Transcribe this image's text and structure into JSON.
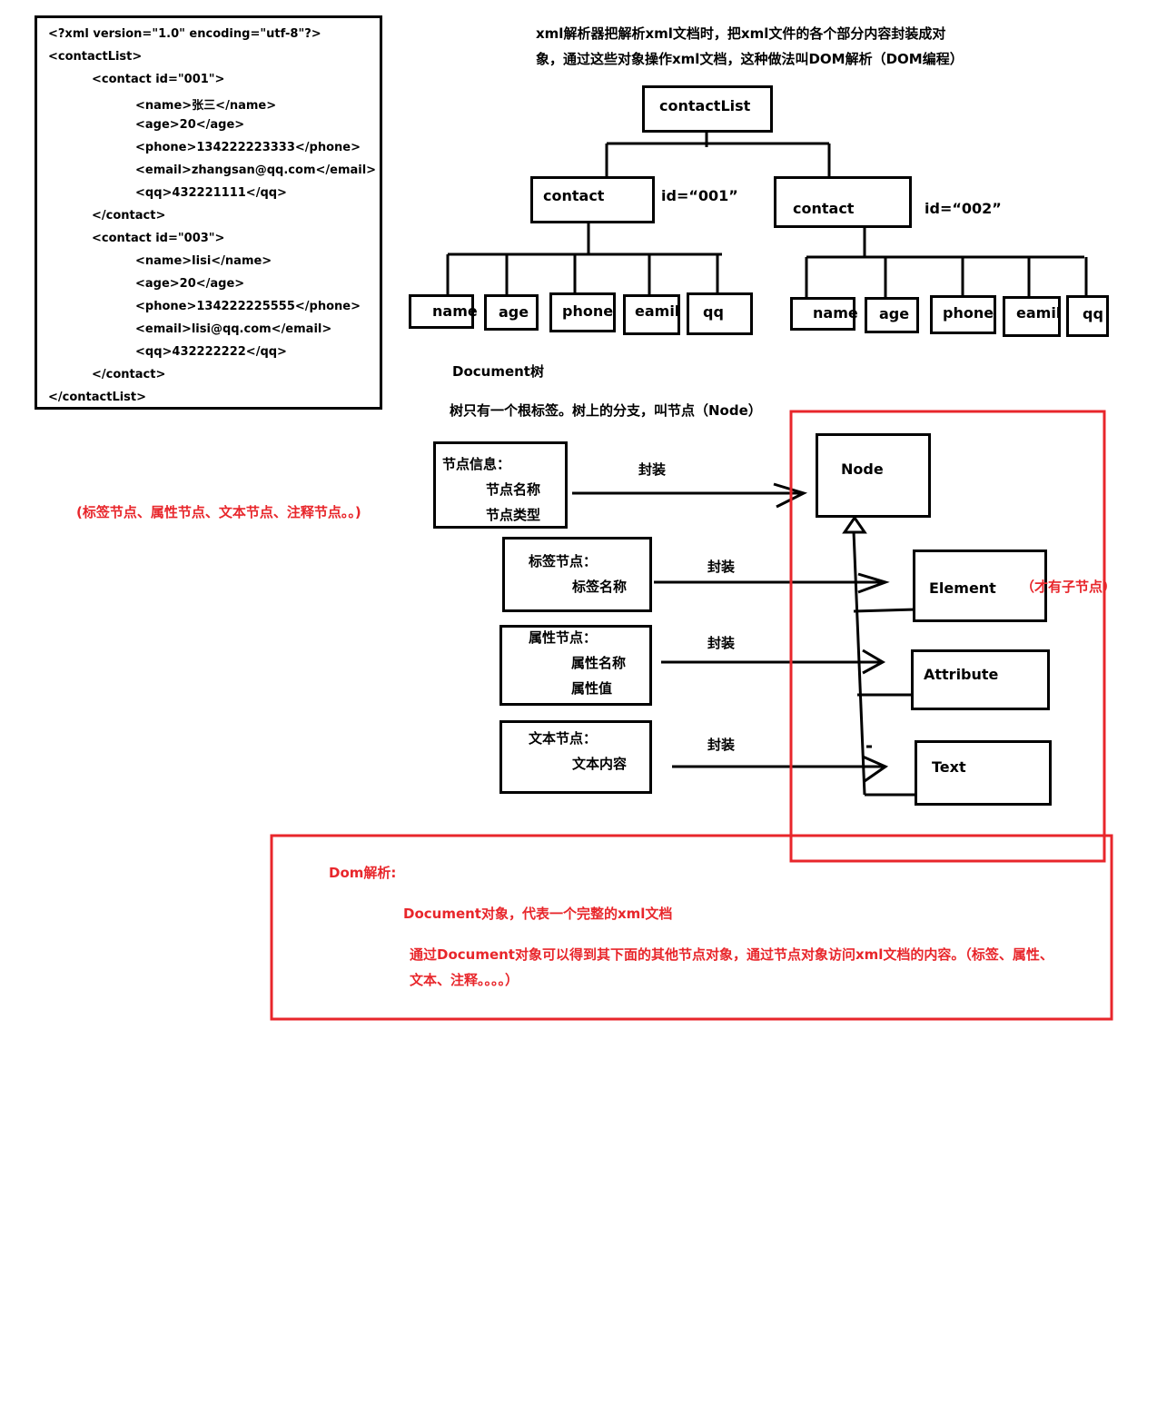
{
  "xml_code": {
    "lines": [
      "<?xml version=\"1.0\" encoding=\"utf-8\"?>",
      "<contactList>",
      "<contact id=\"001\">",
      "<name>张三</name>",
      "<age>20</age>",
      "<phone>134222223333</phone>",
      "<email>zhangsan@qq.com</email>",
      "<qq>432221111</qq>",
      "</contact>",
      "<contact id=\"003\">",
      "<name>lisi</name>",
      "<age>20</age>",
      "<phone>134222225555</phone>",
      "<email>lisi@qq.com</email>",
      "<qq>432222222</qq>",
      "</contact>",
      "</contactList>"
    ]
  },
  "intro": {
    "line1": "xml解析器把解析xml文档时，把xml文件的各个部分内容封装成对",
    "line2": "象，通过这些对象操作xml文档，这种做法叫DOM解析（DOM编程）"
  },
  "tree": {
    "root": "contactList",
    "contact1": {
      "label": "contact",
      "id": "id=“001”"
    },
    "contact2": {
      "label": "contact",
      "id": "id=“002”"
    },
    "children1": [
      "name",
      "age",
      "phone",
      "eamil",
      "qq"
    ],
    "children2": [
      "name",
      "age",
      "phone",
      "eamil",
      "qq"
    ]
  },
  "doc_tree": {
    "title": "Document树",
    "desc": "树只有一个根标签。树上的分支，叫节点（Node）"
  },
  "node_types_note": "(标签节点、属性节点、文本节点、注释节点。。)",
  "node_info": {
    "title": "节点信息：",
    "line1": "节点名称",
    "line2": "节点类型"
  },
  "tag_node": {
    "title": "标签节点：",
    "line1": "标签名称"
  },
  "attr_node": {
    "title": "属性节点：",
    "line1": "属性名称",
    "line2": "属性值"
  },
  "text_node": {
    "title": "文本节点：",
    "line1": "文本内容"
  },
  "encapsulate": "封装",
  "classes": {
    "node": "Node",
    "element": "Element",
    "attribute": "Attribute",
    "text": "Text",
    "element_note": "（才有子节点）"
  },
  "dom_parse": {
    "title": "Dom解析:",
    "line1": "Document对象，代表一个完整的xml文档",
    "line2": "通过Document对象可以得到其下面的其他节点对象，通过节点对象访问xml文档的内容。（标签、属性、",
    "line3": "文本、注释。。。。）"
  },
  "colors": {
    "red": "#e8262b",
    "black": "#000000"
  }
}
